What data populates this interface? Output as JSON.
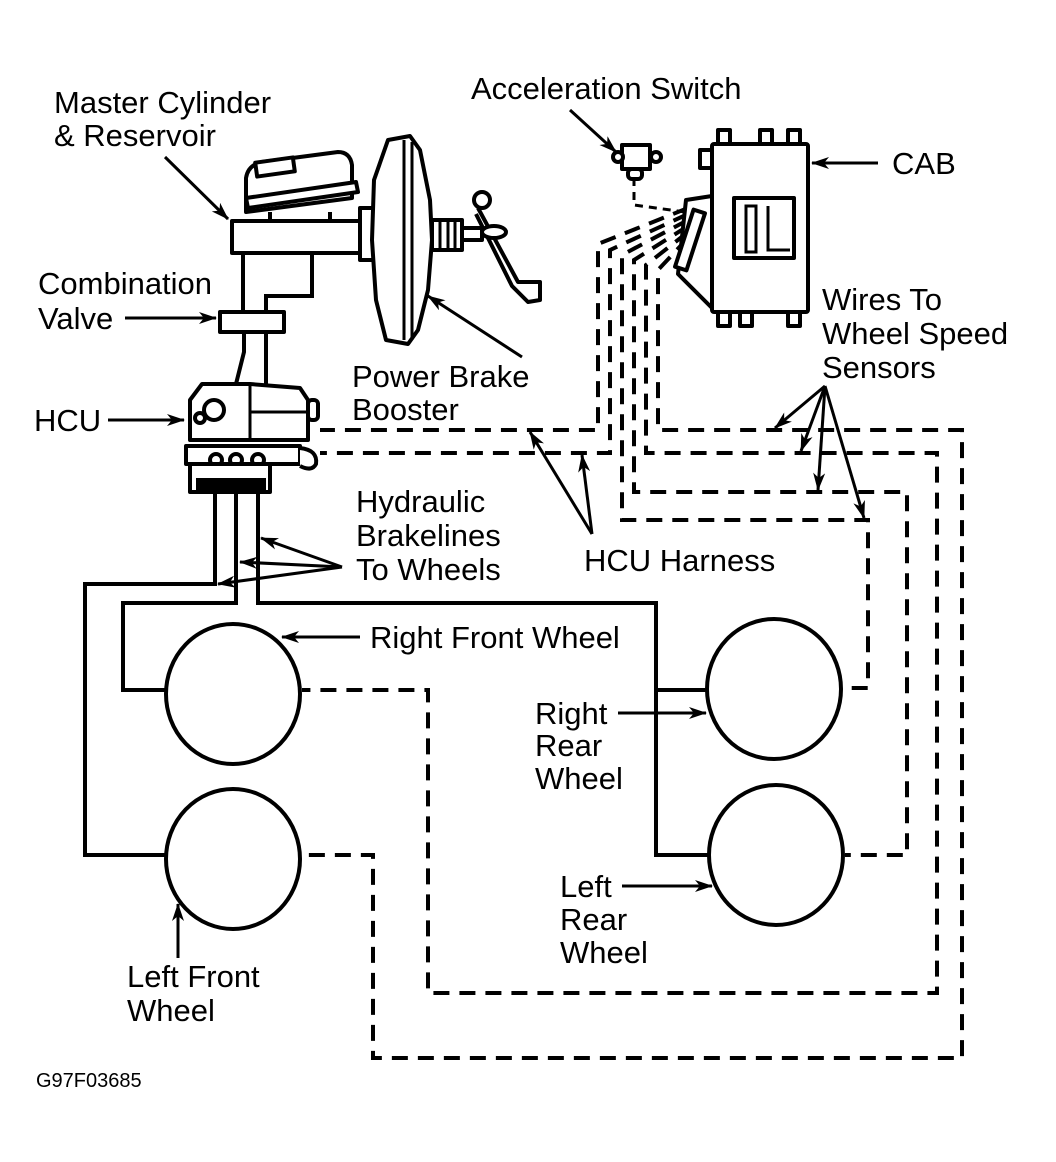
{
  "figure_id": "G97F03685",
  "colors": {
    "ink": "#000000",
    "background": "#ffffff"
  },
  "legend_conventions": {
    "solid_line": "hydraulic brakeline",
    "dashed_line": "electrical wire"
  },
  "labels": {
    "master_cylinder": [
      "Master Cylinder",
      "& Reservoir"
    ],
    "combination_valve": [
      "Combination",
      "Valve"
    ],
    "hcu": "HCU",
    "power_brake_booster": [
      "Power Brake",
      "Booster"
    ],
    "acceleration_switch": "Acceleration Switch",
    "cab": "CAB",
    "wires_to_sensors": [
      "Wires To",
      "Wheel Speed",
      "Sensors"
    ],
    "hydraulic_brakelines": [
      "Hydraulic",
      "Brakelines",
      "To Wheels"
    ],
    "hcu_harness": "HCU Harness",
    "right_front_wheel": "Right Front Wheel",
    "right_rear_wheel": [
      "Right",
      "Rear",
      "Wheel"
    ],
    "left_rear_wheel": [
      "Left",
      "Rear",
      "Wheel"
    ],
    "left_front_wheel": [
      "Left Front",
      "Wheel"
    ]
  },
  "components": [
    {
      "id": "master-cylinder",
      "name": "Master Cylinder & Reservoir"
    },
    {
      "id": "power-brake-booster",
      "name": "Power Brake Booster"
    },
    {
      "id": "brake-pedal",
      "name": "Brake Pedal"
    },
    {
      "id": "combination-valve",
      "name": "Combination Valve"
    },
    {
      "id": "hcu",
      "name": "HCU"
    },
    {
      "id": "acceleration-switch",
      "name": "Acceleration Switch"
    },
    {
      "id": "cab",
      "name": "CAB"
    },
    {
      "id": "wheel-rf",
      "name": "Right Front Wheel"
    },
    {
      "id": "wheel-lf",
      "name": "Left Front Wheel"
    },
    {
      "id": "wheel-rr",
      "name": "Right Rear Wheel"
    },
    {
      "id": "wheel-lr",
      "name": "Left Rear Wheel"
    }
  ],
  "connections": [
    {
      "from": "master-cylinder",
      "to": "combination-valve",
      "type": "hydraulic"
    },
    {
      "from": "combination-valve",
      "to": "hcu",
      "type": "hydraulic"
    },
    {
      "from": "hcu",
      "to": "wheel-lf",
      "type": "hydraulic"
    },
    {
      "from": "hcu",
      "to": "wheel-rf",
      "type": "hydraulic"
    },
    {
      "from": "hcu",
      "to": "wheel-rr",
      "type": "hydraulic"
    },
    {
      "from": "hcu",
      "to": "wheel-lr",
      "type": "hydraulic"
    },
    {
      "from": "acceleration-switch",
      "to": "cab",
      "type": "electrical"
    },
    {
      "from": "cab",
      "to": "hcu",
      "type": "electrical",
      "count": 2,
      "label": "HCU Harness"
    },
    {
      "from": "cab",
      "to": "wheel-rr",
      "type": "electrical"
    },
    {
      "from": "cab",
      "to": "wheel-lr",
      "type": "electrical"
    },
    {
      "from": "cab",
      "to": "wheel-rf",
      "type": "electrical"
    },
    {
      "from": "cab",
      "to": "wheel-lf",
      "type": "electrical"
    }
  ]
}
